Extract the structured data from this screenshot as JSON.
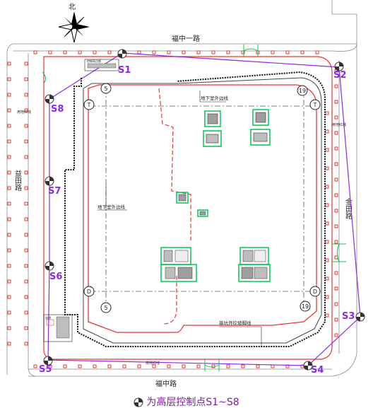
{
  "north_label": "北",
  "roads": {
    "north": "福中一路",
    "south": "福中路",
    "west": "益田路",
    "east": "金田路"
  },
  "annotations": {
    "basement_outline_top": "地下室外边线",
    "basement_outline_left": "地下室外边线",
    "pit_edge_line": "基坑开挖坡脚线",
    "boundary_label_nw": "用地红线",
    "boundary_label_ne": "用地红线",
    "boundary_label_s": "用地红线",
    "top_box_text": "控制网点图",
    "legend_box": "说明"
  },
  "axis_labels": {
    "top_left_T": "T",
    "top_right_T": "T",
    "bottom_left_D": "D",
    "bottom_right_D": "D",
    "top_5": "5",
    "bottom_5": "5",
    "top_19": "19",
    "bottom_19": "19"
  },
  "control_points": [
    "S1",
    "S2",
    "S3",
    "S4",
    "S5",
    "S6",
    "S7",
    "S8"
  ],
  "legend_text": "为高层控制点S1~S8",
  "colors": {
    "control_point": "#8a2be2",
    "boundary": "#e53935",
    "core": "#00c853",
    "hatch": "#111111",
    "axis": "#555555"
  }
}
